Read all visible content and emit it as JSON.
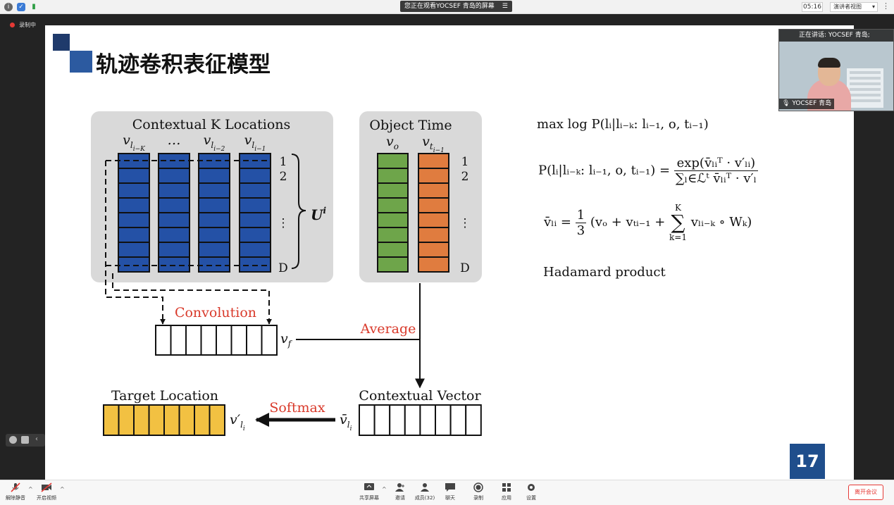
{
  "topbar": {
    "share_banner": "您正在观看YOCSEF 青岛的屏幕",
    "clock": "05:16",
    "view_mode": "演讲者视图",
    "view_caret": "▾",
    "more": "⋮"
  },
  "recording": {
    "label": "录制中"
  },
  "slide": {
    "title": "轨迹卷积表征模型",
    "page_number": "17",
    "figure": {
      "context_box_title": "Contextual K Locations",
      "object_box_title": "Object Time",
      "ctx_col_labels": [
        "v",
        "…",
        "v",
        "v"
      ],
      "ctx_col_subs": [
        "l",
        "",
        "l",
        "l"
      ],
      "ctx_col_subsubs": [
        "i−K",
        "",
        "i−2",
        "i−1"
      ],
      "obj_col_labels": [
        "v",
        "v"
      ],
      "obj_col_subs": [
        "o",
        "t"
      ],
      "obj_col_subsubs": [
        "",
        "i−1"
      ],
      "row_index_top": [
        "1",
        "2"
      ],
      "row_index_dots": "⋮",
      "row_index_bottom": "D",
      "U_label": "U",
      "U_sup": "i",
      "convolution_label": "Convolution",
      "vf_label": "v",
      "vf_sub": "f",
      "average_label": "Average",
      "contextual_vector_label": "Contextual Vector",
      "softmax_label": "Softmax",
      "target_location_label": "Target Location",
      "vbar_label": "v̄",
      "vbar_sub": "l",
      "vbar_subsub": "i",
      "vprime_label": "v′",
      "vprime_sub": "l",
      "vprime_subsub": "i",
      "context_col_color": "#2451a6",
      "object_col1_color": "#6ea54a",
      "object_col2_color": "#e07c3f",
      "target_color": "#f2c142",
      "label_red": "#d93a2b"
    },
    "equations": {
      "eq1": "max log P(lᵢ|lᵢ₋ₖ: lᵢ₋₁, o, tᵢ₋₁)",
      "eq2_lhs": "P(lᵢ|lᵢ₋ₖ: lᵢ₋₁, o, tᵢ₋₁) =",
      "eq2_num": "exp(v̄ₗᵢᵀ · v′ₗᵢ)",
      "eq2_den": "∑ₗ∈ℒᵗ v̄ₗᵢᵀ · v′ₗ",
      "eq3_lhs": "v̄ₗᵢ =",
      "eq3_frac_num": "1",
      "eq3_frac_den": "3",
      "eq3_rhs": "(vₒ + vₜᵢ₋₁ + ",
      "eq3_sum_top": "K",
      "eq3_sum_sym": "∑",
      "eq3_sum_bottom": "k=1",
      "eq3_tail": "vₗᵢ₋ₖ ∘ Wₖ)",
      "hadamard": "Hadamard product"
    }
  },
  "video": {
    "speaking": "正在讲话: YOCSEF 青岛;",
    "name": "YOCSEF 青岛"
  },
  "bottombar": {
    "mute": "解除静音",
    "video": "开启视频",
    "share": "共享屏幕",
    "invite": "邀请",
    "members": "成员(32)",
    "chat": "聊天",
    "record": "录制",
    "apps": "应用",
    "settings": "设置",
    "leave": "离开会议"
  }
}
